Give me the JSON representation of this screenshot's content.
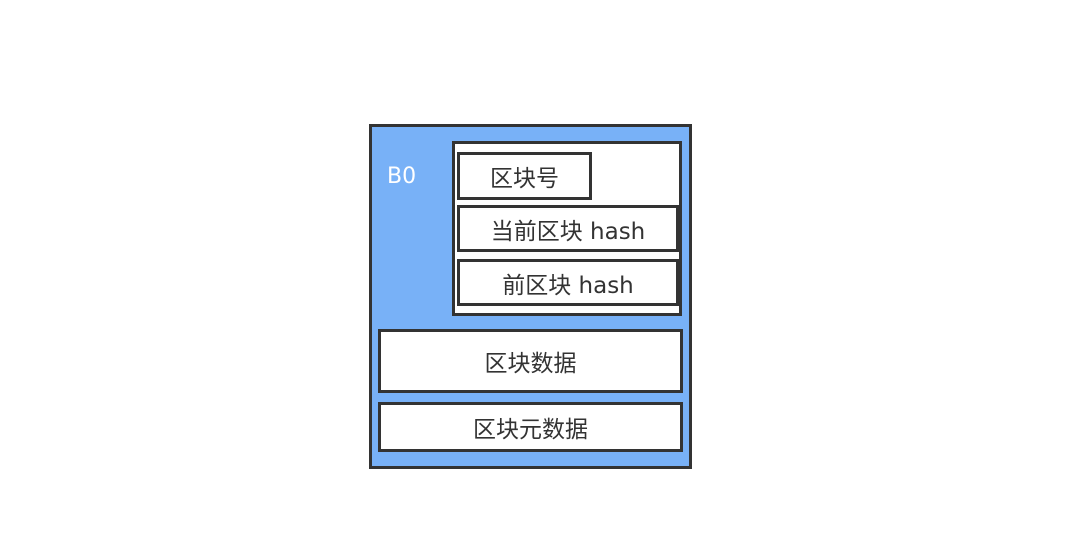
{
  "block": {
    "name": "B0",
    "fill_color": "#78b1f7",
    "header": {
      "block_number": "区块号",
      "current_hash": "当前区块 hash",
      "prev_hash": "前区块 hash"
    },
    "block_data": "区块数据",
    "block_metadata": "区块元数据"
  }
}
